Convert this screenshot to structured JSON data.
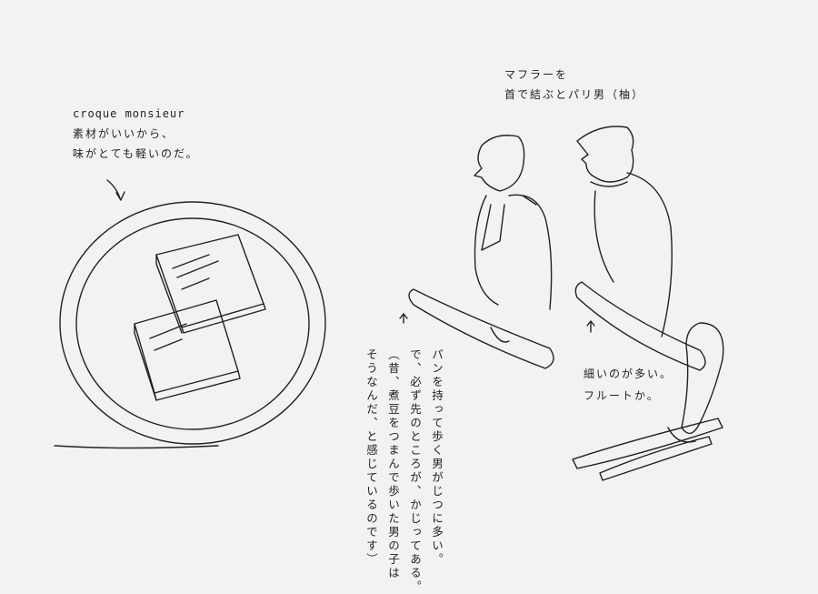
{
  "croque": {
    "title": "croque monsieur",
    "line1": "素材がいいから、",
    "line2": "味がとても軽いのだ。"
  },
  "muffler": {
    "line1": "マフラーを",
    "line2": "首で結ぶとパリ男（柚）"
  },
  "bread": {
    "col1": "パンを持って歩く男がじつに多い。",
    "col2": "で、必ず先のところが、かじってある。",
    "col3": "（昔、煮豆をつまんで歩いた男の子は",
    "col4": "そうなんだ、と感じているのです）"
  },
  "flute": {
    "line1": "細いのが多い。",
    "line2": "フルートか。"
  }
}
